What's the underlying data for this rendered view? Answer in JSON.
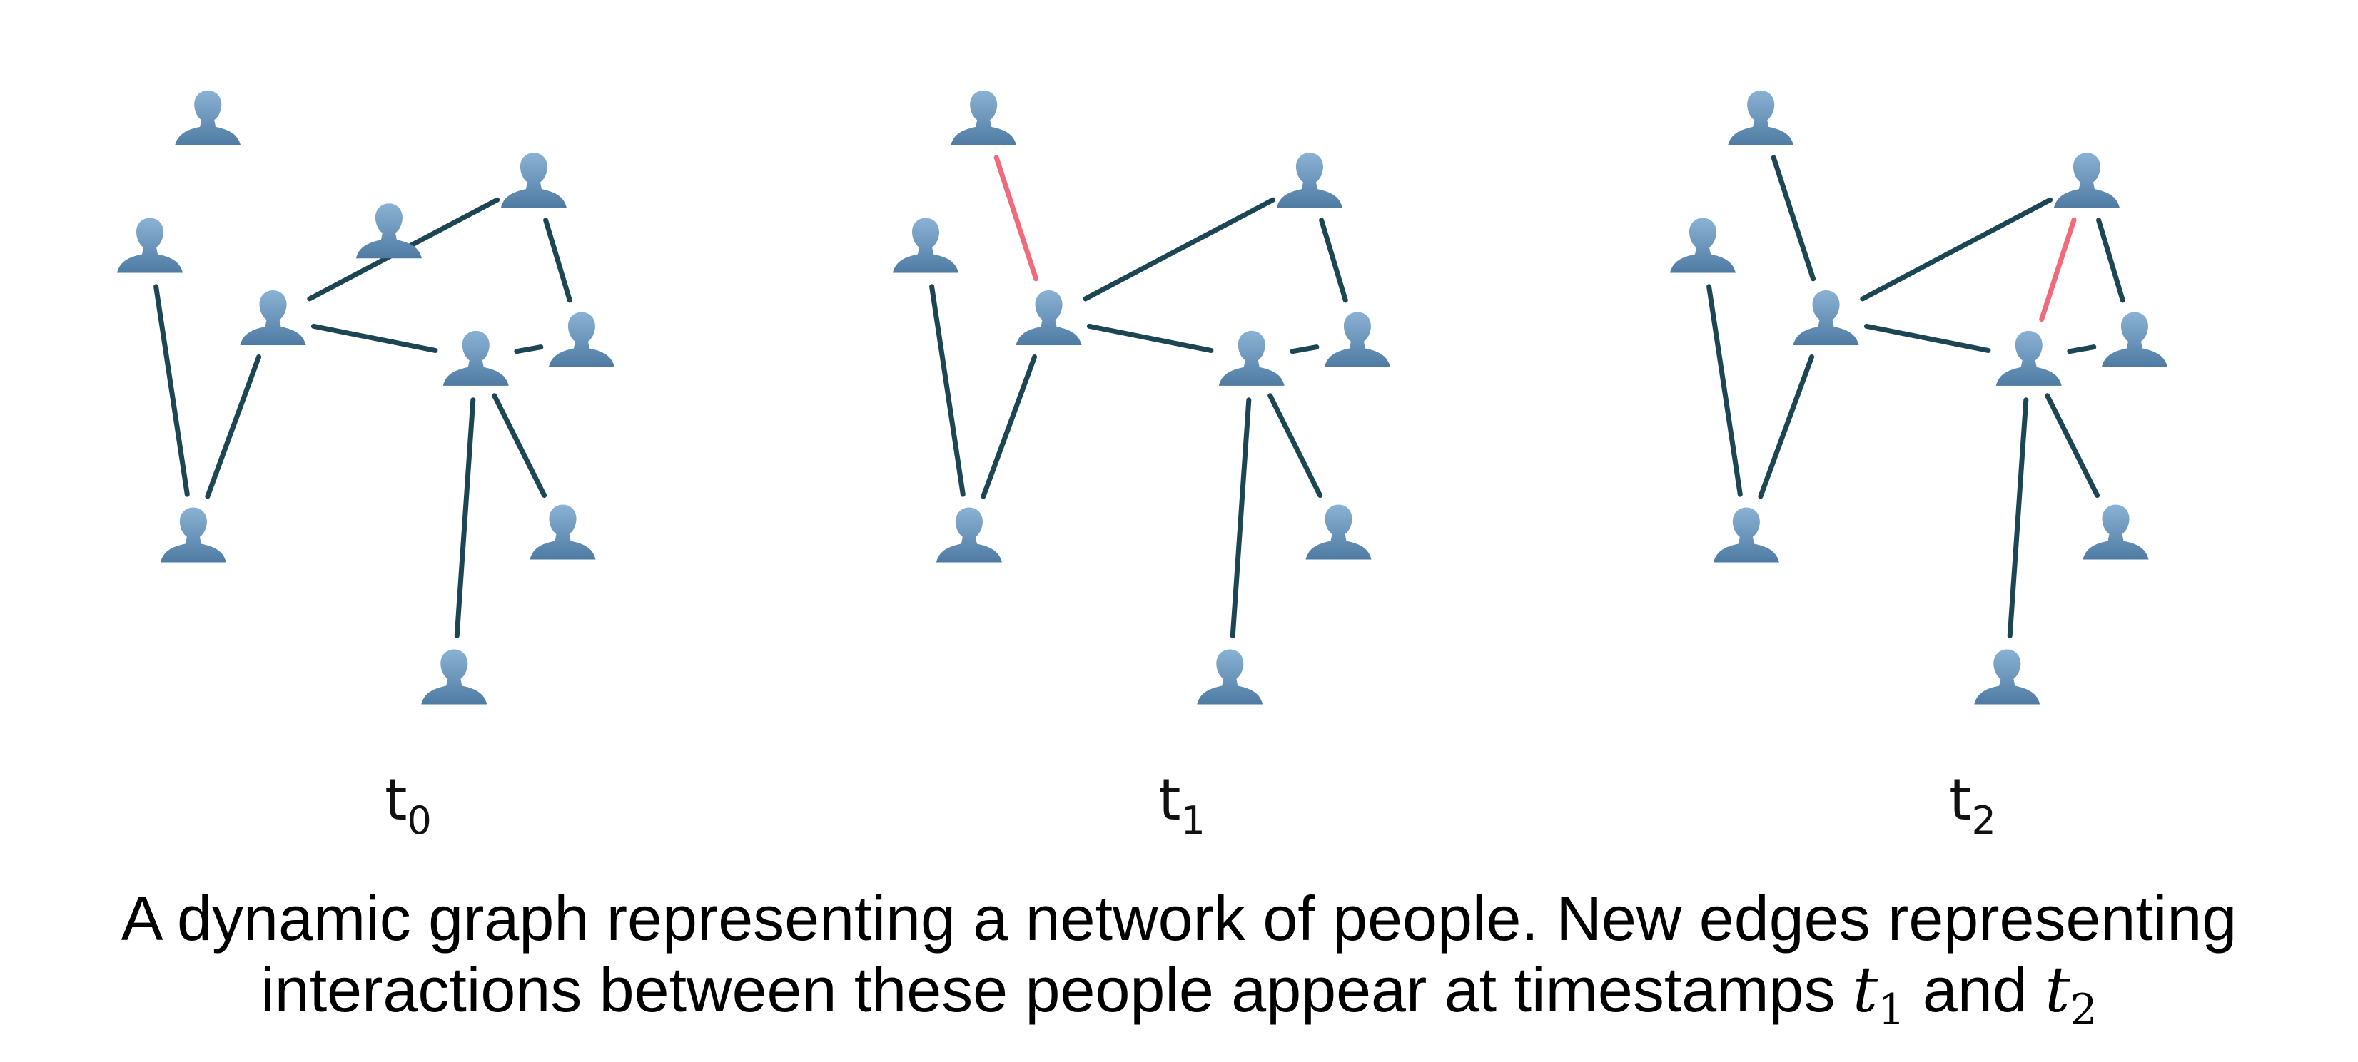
{
  "colors": {
    "edge_existing": "#1d4654",
    "edge_new": "#f06b79",
    "person_light": "#8ab2d4",
    "person_dark": "#4f7ba3"
  },
  "icon": "person-icon",
  "panels": [
    {
      "label_base": "t",
      "label_sub": "0",
      "nodes": [
        {
          "id": "A",
          "col": 0.4,
          "row": 0.62
        },
        {
          "id": "B",
          "col": 0.0,
          "row": 1.5
        },
        {
          "id": "C",
          "col": 0.85,
          "row": 2.0
        },
        {
          "id": "D",
          "col": 1.65,
          "row": 1.4
        },
        {
          "id": "E",
          "col": 0.3,
          "row": 3.5
        },
        {
          "id": "F",
          "col": 2.25,
          "row": 2.28
        },
        {
          "id": "G",
          "col": 2.65,
          "row": 1.05
        },
        {
          "id": "H",
          "col": 2.98,
          "row": 2.15
        },
        {
          "id": "I",
          "col": 2.85,
          "row": 3.48
        },
        {
          "id": "J",
          "col": 2.1,
          "row": 4.48
        }
      ],
      "edges": [
        {
          "from": "B",
          "to": "E",
          "new": false
        },
        {
          "from": "E",
          "to": "C",
          "new": false
        },
        {
          "from": "C",
          "to": "G",
          "new": false
        },
        {
          "from": "C",
          "to": "F",
          "new": false
        },
        {
          "from": "G",
          "to": "H",
          "new": false
        },
        {
          "from": "F",
          "to": "H",
          "new": false
        },
        {
          "from": "F",
          "to": "I",
          "new": false
        },
        {
          "from": "F",
          "to": "J",
          "new": false
        }
      ]
    },
    {
      "label_base": "t",
      "label_sub": "1",
      "nodes": [
        {
          "id": "A",
          "col": 0.4,
          "row": 0.62
        },
        {
          "id": "B",
          "col": 0.0,
          "row": 1.5
        },
        {
          "id": "C",
          "col": 0.85,
          "row": 2.0
        },
        {
          "id": "E",
          "col": 0.3,
          "row": 3.5
        },
        {
          "id": "F",
          "col": 2.25,
          "row": 2.28
        },
        {
          "id": "G",
          "col": 2.65,
          "row": 1.05
        },
        {
          "id": "H",
          "col": 2.98,
          "row": 2.15
        },
        {
          "id": "I",
          "col": 2.85,
          "row": 3.48
        },
        {
          "id": "J",
          "col": 2.1,
          "row": 4.48
        }
      ],
      "edges": [
        {
          "from": "A",
          "to": "C",
          "new": true
        },
        {
          "from": "B",
          "to": "E",
          "new": false
        },
        {
          "from": "E",
          "to": "C",
          "new": false
        },
        {
          "from": "C",
          "to": "G",
          "new": false
        },
        {
          "from": "C",
          "to": "F",
          "new": false
        },
        {
          "from": "G",
          "to": "H",
          "new": false
        },
        {
          "from": "F",
          "to": "H",
          "new": false
        },
        {
          "from": "F",
          "to": "I",
          "new": false
        },
        {
          "from": "F",
          "to": "J",
          "new": false
        }
      ]
    },
    {
      "label_base": "t",
      "label_sub": "2",
      "nodes": [
        {
          "id": "A",
          "col": 0.4,
          "row": 0.62
        },
        {
          "id": "B",
          "col": 0.0,
          "row": 1.5
        },
        {
          "id": "C",
          "col": 0.85,
          "row": 2.0
        },
        {
          "id": "E",
          "col": 0.3,
          "row": 3.5
        },
        {
          "id": "F",
          "col": 2.25,
          "row": 2.28
        },
        {
          "id": "G",
          "col": 2.65,
          "row": 1.05
        },
        {
          "id": "H",
          "col": 2.98,
          "row": 2.15
        },
        {
          "id": "I",
          "col": 2.85,
          "row": 3.48
        },
        {
          "id": "J",
          "col": 2.1,
          "row": 4.48
        }
      ],
      "edges": [
        {
          "from": "A",
          "to": "C",
          "new": false
        },
        {
          "from": "G",
          "to": "F",
          "new": true
        },
        {
          "from": "B",
          "to": "E",
          "new": false
        },
        {
          "from": "E",
          "to": "C",
          "new": false
        },
        {
          "from": "C",
          "to": "G",
          "new": false
        },
        {
          "from": "C",
          "to": "F",
          "new": false
        },
        {
          "from": "G",
          "to": "H",
          "new": false
        },
        {
          "from": "F",
          "to": "H",
          "new": false
        },
        {
          "from": "F",
          "to": "I",
          "new": false
        },
        {
          "from": "F",
          "to": "J",
          "new": false
        }
      ]
    }
  ],
  "caption": {
    "line1": "A dynamic graph representing a network of people. New edges representing",
    "line2_text": "interactions between these people appear at timestamps ",
    "t1_base": "t",
    "t1_sub": "1",
    "and_text": " and ",
    "t2_base": "t",
    "t2_sub": "2"
  }
}
